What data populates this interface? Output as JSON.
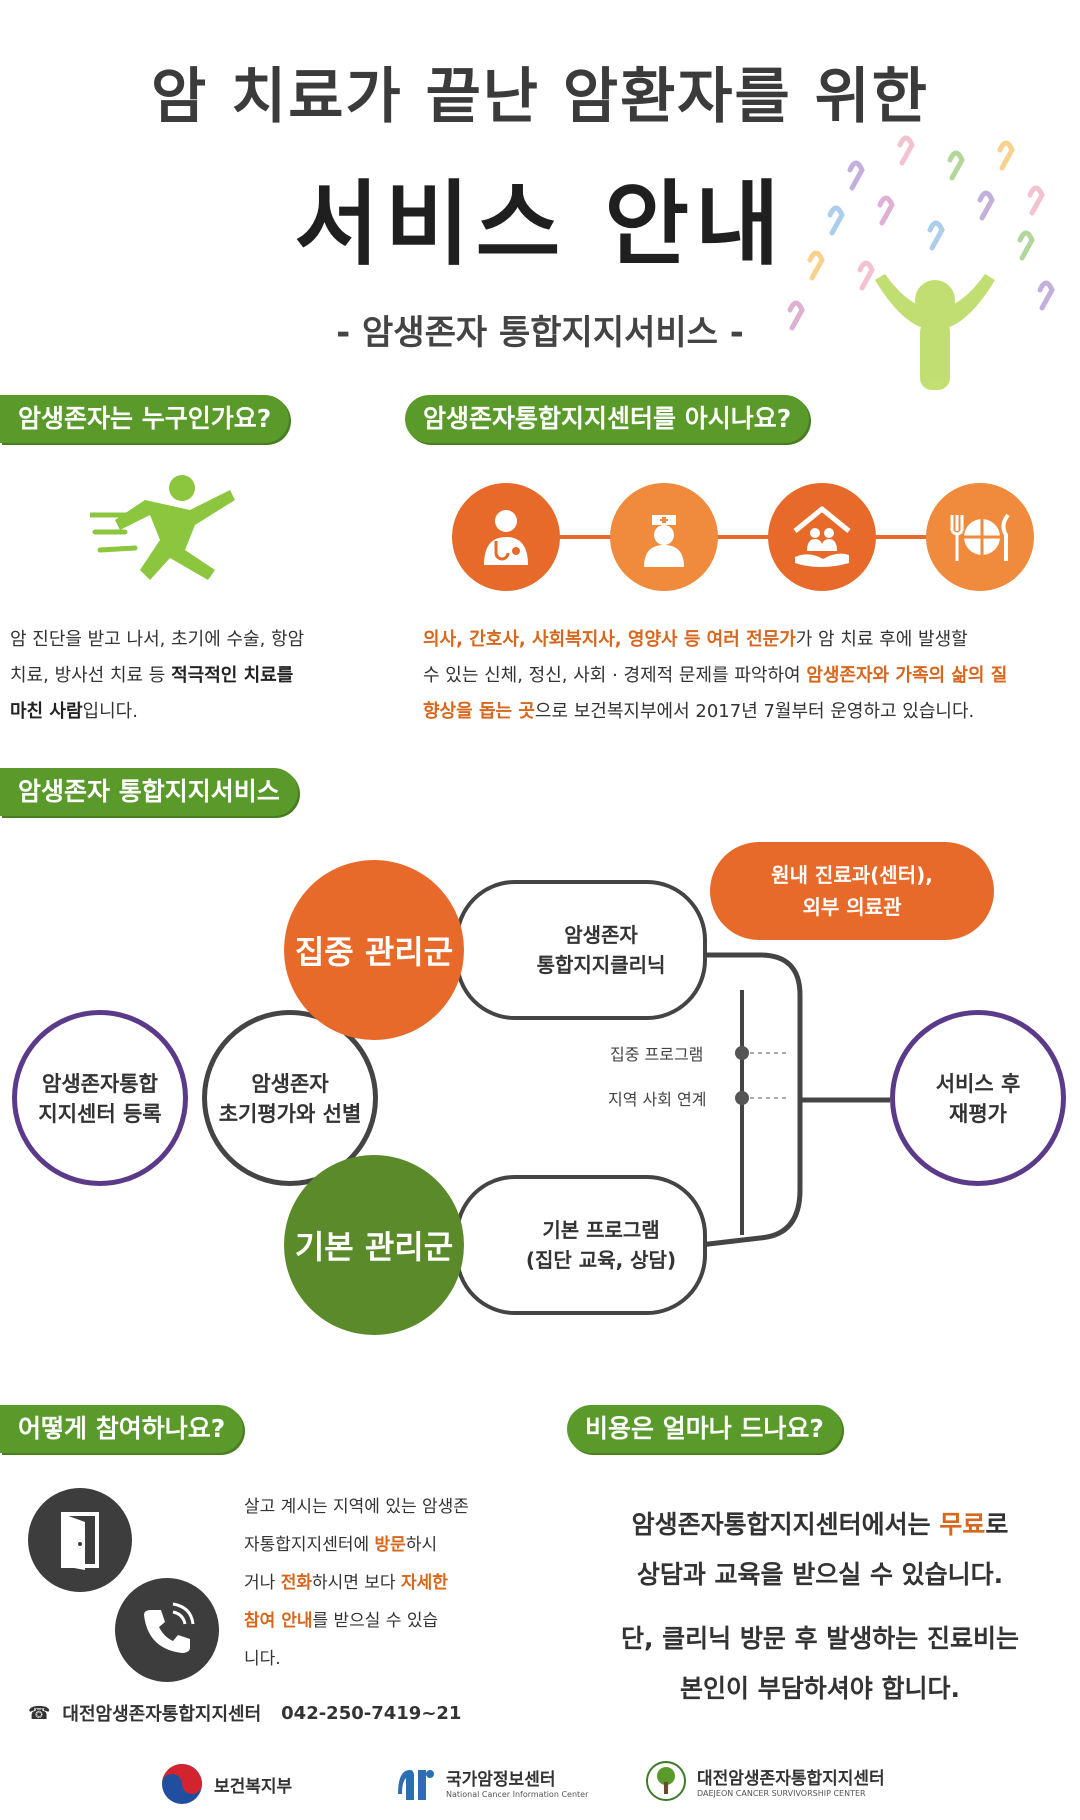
{
  "header": {
    "title_line1": "암 치료가 끝난 암환자를 위한",
    "title_line2": "서비스 안내",
    "subtitle": "- 암생존자 통합지지서비스 -"
  },
  "who": {
    "label": "암생존자는 누구인가요?",
    "text_a": "암 진단을 받고 나서, 초기에 수술, 항암",
    "text_b": "치료, 방사선 치료 등 ",
    "text_b_bold": "적극적인 치료를",
    "text_c_bold": "마친 사람",
    "text_c": "입니다."
  },
  "center": {
    "label": "암생존자통합지지센터를 아시나요?",
    "line1_orange": "의사, 간호사, 사회복지사, 영양사 등 여러 전문가",
    "line1_rest": "가 암 치료 후에 발생할",
    "line2_a": "수 있는 신체, 정신, 사회 · 경제적 문제를 파악하여 ",
    "line2_orange": "암생존자와 가족의 삶의 질",
    "line3_orange": "향상을 돕는 곳",
    "line3_rest": "으로 보건복지부에서 2017년 7월부터 운영하고 있습니다.",
    "icons": [
      "doctor-icon",
      "nurse-icon",
      "social-worker-icon",
      "meal-icon"
    ]
  },
  "service": {
    "label": "암생존자 통합지지서비스",
    "register": "암생존자통합 지지센터 등록",
    "register_l1": "암생존자통합",
    "register_l2": "지지센터 등록",
    "assess_l1": "암생존자",
    "assess_l2": "초기평가와 선별",
    "intensive": "집중 관리군",
    "basic": "기본 관리군",
    "clinic_l1": "암생존자",
    "clinic_l2": "통합지지클리닉",
    "basic_prog_l1": "기본 프로그램",
    "basic_prog_l2": "(집단 교육, 상담)",
    "intensive_prog": "집중 프로그램",
    "community": "지역 사회 연계",
    "referral_l1": "원내 진료과(센터),",
    "referral_l2": "외부 의료관",
    "reeval_l1": "서비스 후",
    "reeval_l2": "재평가"
  },
  "join": {
    "label": "어떻게 참여하나요?",
    "t1": "살고 계시는 지역에 있는 암생존",
    "t2_a": "자통합지지센터에 ",
    "t2_orange": "방문",
    "t2_b": "하시",
    "t3_a": "거나 ",
    "t3_orange1": "전화",
    "t3_b": "하시면 보다 ",
    "t3_orange2": "자세한",
    "t4_orange": "참여 안내",
    "t4_b": "를 받으실 수 있습",
    "t5": "니다.",
    "contact_name": "대전암생존자통합지지센터",
    "contact_phone": "042-250-7419~21"
  },
  "cost": {
    "label": "비용은 얼마나 드나요?",
    "l1_a": "암생존자통합지지센터에서는 ",
    "l1_orange": "무료",
    "l1_b": "로",
    "l2": "상담과 교육을 받으실 수 있습니다.",
    "l3": "단, 클리닉 방문 후 발생하는 진료비는",
    "l4": "본인이 부담하셔야 합니다."
  },
  "footer": {
    "org1": "보건복지부",
    "org2": "국가암정보센터",
    "org2_sub": "National Cancer Information Center",
    "org3": "대전암생존자통합지지센터",
    "org3_sub": "DAEJEON CANCER SURVIVORSHIP CENTER"
  },
  "colors": {
    "green": "#5a9a2b",
    "orange": "#e86a2a",
    "orange_light": "#f08a3c",
    "purple": "#5b3a8a"
  }
}
